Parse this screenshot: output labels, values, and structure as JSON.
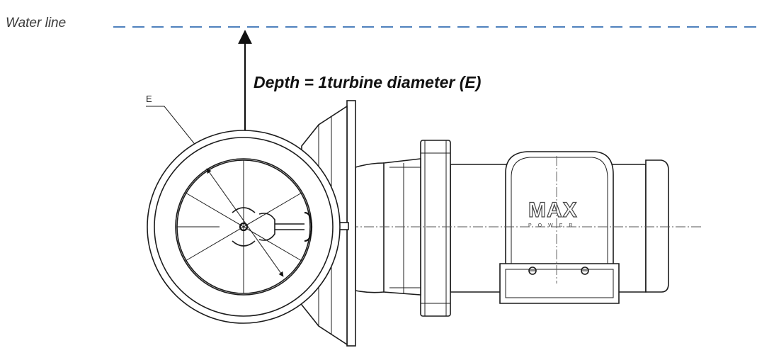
{
  "labels": {
    "water_line": "Water line",
    "depth": "Depth = 1turbine diameter (E)",
    "diameter_mark": "E"
  },
  "logo": {
    "main": "MAX",
    "sub": "POWER"
  },
  "colors": {
    "water_line": "#4f81bd",
    "ink": "#1c1c1c",
    "background": "#ffffff"
  }
}
